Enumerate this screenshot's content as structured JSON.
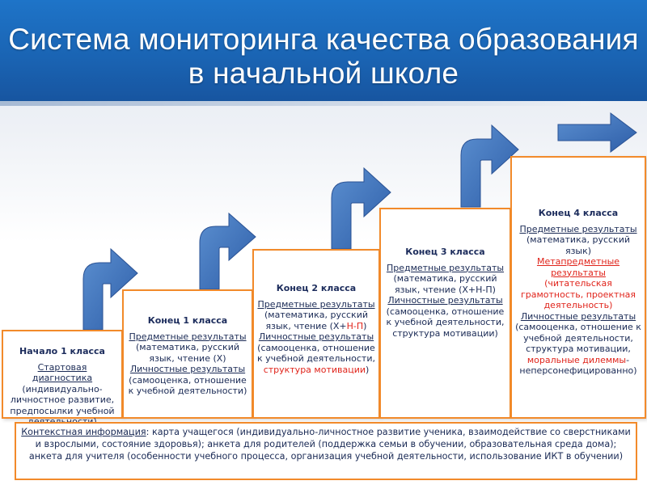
{
  "title": "Система мониторинга качества образования в начальной школе",
  "stages": [
    {
      "heading": "Начало 1 класса",
      "sub": "Стартовая диагностика",
      "text": "(индивидуально-личностное развитие, предпосылки учебной деятельности)"
    },
    {
      "heading": "Конец 1 класса",
      "subject_label": "Предметные результаты",
      "subject_text": "(математика, русский язык, чтение (Х)",
      "personal_label": "Личностные результаты",
      "personal_text": "(самооценка, отношение к учебной деятельности)"
    },
    {
      "heading": "Конец 2 класса",
      "subject_label": "Предметные результаты",
      "subject_text_a": "(математика, русский язык, чтение (Х+",
      "subject_text_red": "Н-П",
      "subject_text_b": ")",
      "personal_label": "Личностные результаты",
      "personal_text_a": "(самооценка, отношение к учебной деятельности,",
      "personal_text_red": "структура мотивации",
      "personal_text_b": ")"
    },
    {
      "heading": "Конец 3 класса",
      "subject_label": "Предметные результаты",
      "subject_text": "(математика, русский язык, чтение (Х+Н-П)",
      "personal_label": "Личностные результаты",
      "personal_text": "(самооценка, отношение к учебной деятельности, структура мотивации)"
    },
    {
      "heading": "Конец 4 класса",
      "subject_label": "Предметные результаты",
      "subject_text": "(математика, русский язык)",
      "meta_label": "Метапредметные результаты",
      "meta_text": "(читательская грамотность, проектная деятельность)",
      "personal_label": "Личностные результаты",
      "personal_text_a": "(самооценка, отношение к учебной деятельности, структура мотивации,",
      "personal_text_red": "моральные дилеммы",
      "personal_text_b": "-неперсонефицированно)"
    }
  ],
  "context": {
    "label": "Контекстная информация",
    "text": ": карта учащегося (индивидуально-личностное развитие ученика, взаимодействие со сверстниками и взрослыми, состояние здоровья); анкета для родителей (поддержка семьи в обучении, образовательная среда дома); анкета для учителя (особенности учебного процесса, организация учебной деятельности, использование ИКТ в обучении)"
  },
  "colors": {
    "header": "#1a63b2",
    "border": "#f28a2a",
    "arrow": "#3d6fb5",
    "highlight": "#e0241b"
  }
}
